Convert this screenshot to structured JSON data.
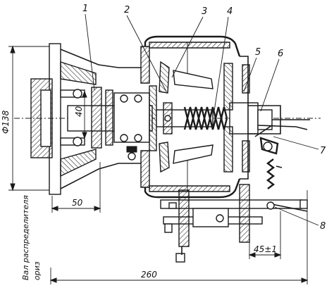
{
  "callouts": {
    "c1": "1",
    "c2": "2",
    "c3": "3",
    "c4": "4",
    "c5": "5",
    "c6": "6",
    "c7": "7",
    "c8": "8"
  },
  "dimensions": {
    "diameter": "Ф138",
    "d40": "40",
    "d50": "50",
    "d45": "45±1",
    "d260": "260"
  },
  "captions": {
    "shaft_line1": "Вал распределителя",
    "shaft_line2": "ориз"
  }
}
